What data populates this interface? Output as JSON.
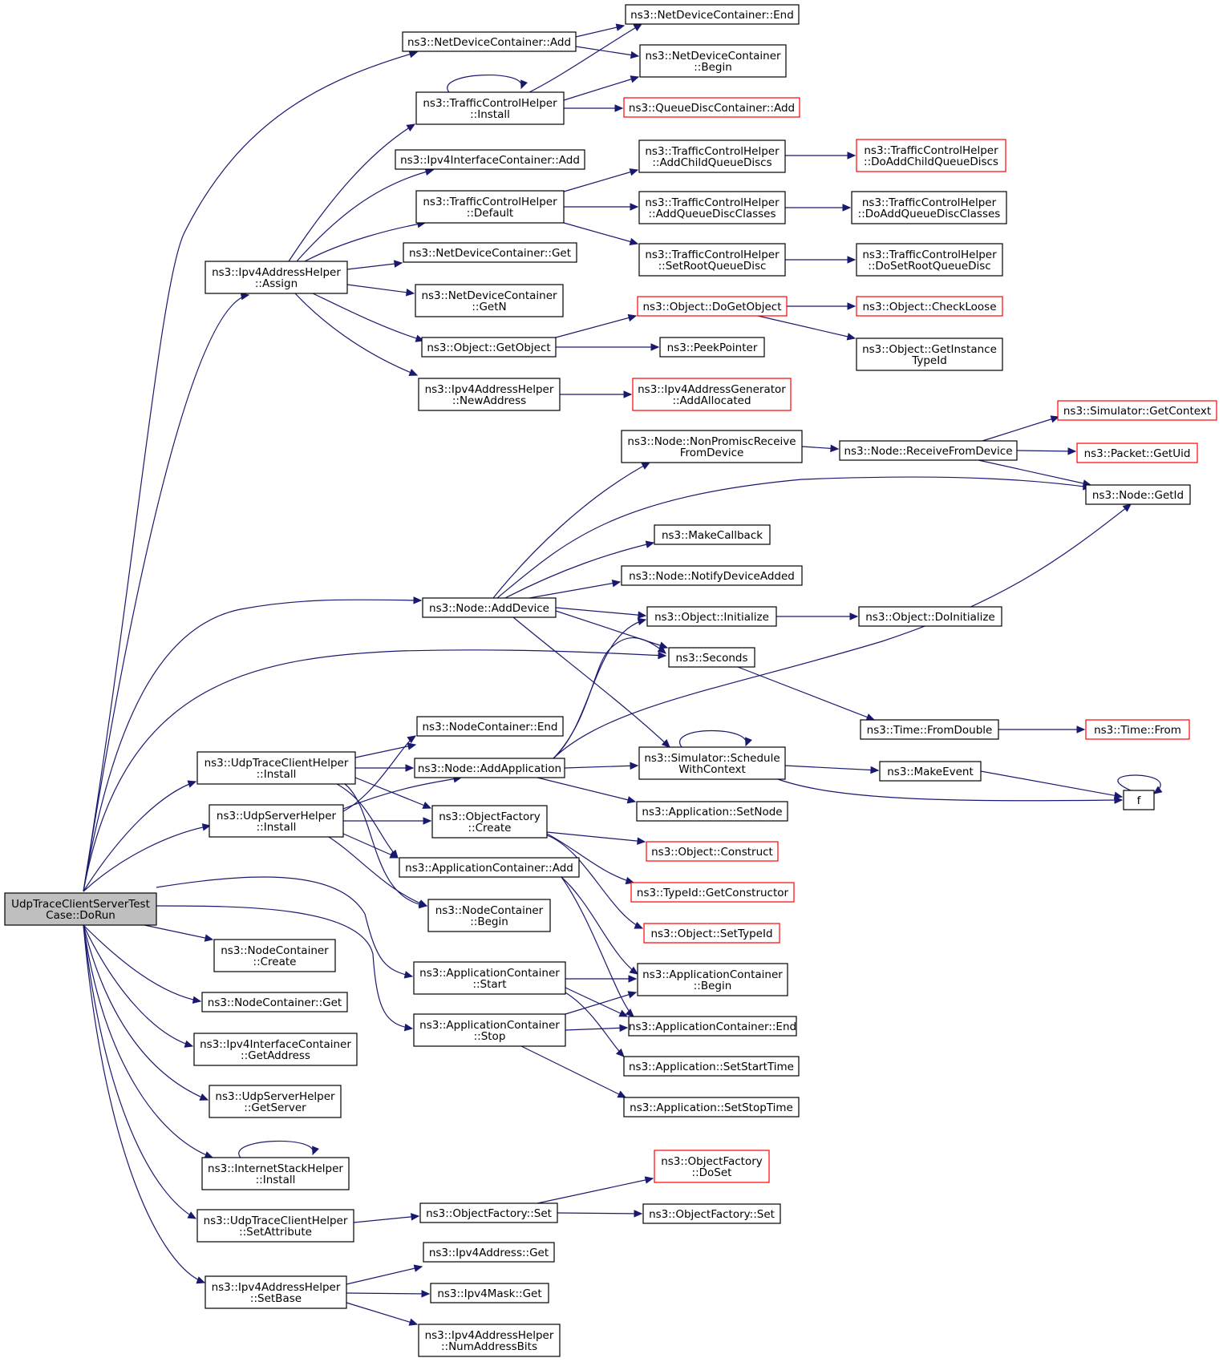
{
  "colors": {
    "edge": "#191970",
    "node_border": "#000000",
    "truncated_border": "#ff0000",
    "root_fill": "#bfbfbf"
  },
  "nodes": {
    "root": {
      "label": [
        "UdpTraceClientServerTest",
        "Case::DoRun"
      ],
      "kind": "root"
    },
    "ndcAdd": {
      "label": [
        "ns3::NetDeviceContainer::Add"
      ]
    },
    "ndcEnd": {
      "label": [
        "ns3::NetDeviceContainer::End"
      ]
    },
    "ndcBegin": {
      "label": [
        "ns3::NetDeviceContainer",
        "::Begin"
      ]
    },
    "tchInstall": {
      "label": [
        "ns3::TrafficControlHelper",
        "::Install"
      ]
    },
    "qdcAdd": {
      "label": [
        "ns3::QueueDiscContainer::Add"
      ],
      "kind": "trunc"
    },
    "iicAdd": {
      "label": [
        "ns3::Ipv4InterfaceContainer::Add"
      ]
    },
    "tchAddChild": {
      "label": [
        "ns3::TrafficControlHelper",
        "::AddChildQueueDiscs"
      ]
    },
    "tchDoAddChild": {
      "label": [
        "ns3::TrafficControlHelper",
        "::DoAddChildQueueDiscs"
      ],
      "kind": "trunc"
    },
    "tchDefault": {
      "label": [
        "ns3::TrafficControlHelper",
        "::Default"
      ]
    },
    "tchAddClasses": {
      "label": [
        "ns3::TrafficControlHelper",
        "::AddQueueDiscClasses"
      ]
    },
    "tchDoAddClasses": {
      "label": [
        "ns3::TrafficControlHelper",
        "::DoAddQueueDiscClasses"
      ]
    },
    "ndcGet": {
      "label": [
        "ns3::NetDeviceContainer::Get"
      ]
    },
    "tchSetRoot": {
      "label": [
        "ns3::TrafficControlHelper",
        "::SetRootQueueDisc"
      ]
    },
    "tchDoSetRoot": {
      "label": [
        "ns3::TrafficControlHelper",
        "::DoSetRootQueueDisc"
      ]
    },
    "iahAssign": {
      "label": [
        "ns3::Ipv4AddressHelper",
        "::Assign"
      ]
    },
    "ndcGetN": {
      "label": [
        "ns3::NetDeviceContainer",
        "::GetN"
      ]
    },
    "objDoGet": {
      "label": [
        "ns3::Object::DoGetObject"
      ],
      "kind": "trunc"
    },
    "objCheck": {
      "label": [
        "ns3::Object::CheckLoose"
      ],
      "kind": "trunc"
    },
    "objGetObj": {
      "label": [
        "ns3::Object::GetObject"
      ]
    },
    "peek": {
      "label": [
        "ns3::PeekPointer"
      ]
    },
    "objGetInst": {
      "label": [
        "ns3::Object::GetInstance",
        "TypeId"
      ]
    },
    "iahNewAddr": {
      "label": [
        "ns3::Ipv4AddressHelper",
        "::NewAddress"
      ]
    },
    "iagAddAlloc": {
      "label": [
        "ns3::Ipv4AddressGenerator",
        "::AddAllocated"
      ],
      "kind": "trunc"
    },
    "simGetCtx": {
      "label": [
        "ns3::Simulator::GetContext"
      ],
      "kind": "trunc"
    },
    "nodeNonProm": {
      "label": [
        "ns3::Node::NonPromiscReceive",
        "FromDevice"
      ]
    },
    "nodeRecv": {
      "label": [
        "ns3::Node::ReceiveFromDevice"
      ]
    },
    "pktUid": {
      "label": [
        "ns3::Packet::GetUid"
      ],
      "kind": "trunc"
    },
    "nodeGetId": {
      "label": [
        "ns3::Node::GetId"
      ]
    },
    "makeCb": {
      "label": [
        "ns3::MakeCallback"
      ]
    },
    "nodeNotify": {
      "label": [
        "ns3::Node::NotifyDeviceAdded"
      ]
    },
    "nodeAddDev": {
      "label": [
        "ns3::Node::AddDevice"
      ]
    },
    "objInit": {
      "label": [
        "ns3::Object::Initialize"
      ]
    },
    "objDoInit": {
      "label": [
        "ns3::Object::DoInitialize"
      ]
    },
    "seconds": {
      "label": [
        "ns3::Seconds"
      ]
    },
    "timeFromDbl": {
      "label": [
        "ns3::Time::FromDouble"
      ]
    },
    "timeFrom": {
      "label": [
        "ns3::Time::From"
      ],
      "kind": "trunc"
    },
    "ncEnd": {
      "label": [
        "ns3::NodeContainer::End"
      ]
    },
    "utchInstall": {
      "label": [
        "ns3::UdpTraceClientHelper",
        "::Install"
      ]
    },
    "nodeAddApp": {
      "label": [
        "ns3::Node::AddApplication"
      ]
    },
    "simSched": {
      "label": [
        "ns3::Simulator::Schedule",
        "WithContext"
      ]
    },
    "makeEvent": {
      "label": [
        "ns3::MakeEvent"
      ]
    },
    "f": {
      "label": [
        "f"
      ]
    },
    "ushInstall": {
      "label": [
        "ns3::UdpServerHelper",
        "::Install"
      ]
    },
    "appSetNode": {
      "label": [
        "ns3::Application::SetNode"
      ]
    },
    "ofCreate": {
      "label": [
        "ns3::ObjectFactory",
        "::Create"
      ]
    },
    "objConstruct": {
      "label": [
        "ns3::Object::Construct"
      ],
      "kind": "trunc"
    },
    "acAdd": {
      "label": [
        "ns3::ApplicationContainer::Add"
      ]
    },
    "tidGetCtor": {
      "label": [
        "ns3::TypeId::GetConstructor"
      ],
      "kind": "trunc"
    },
    "ncBegin": {
      "label": [
        "ns3::NodeContainer",
        "::Begin"
      ]
    },
    "objSetTid": {
      "label": [
        "ns3::Object::SetTypeId"
      ],
      "kind": "trunc"
    },
    "ncCreate": {
      "label": [
        "ns3::NodeContainer",
        "::Create"
      ]
    },
    "acStart": {
      "label": [
        "ns3::ApplicationContainer",
        "::Start"
      ]
    },
    "acBegin": {
      "label": [
        "ns3::ApplicationContainer",
        "::Begin"
      ]
    },
    "ncGet": {
      "label": [
        "ns3::NodeContainer::Get"
      ]
    },
    "acStop": {
      "label": [
        "ns3::ApplicationContainer",
        "::Stop"
      ]
    },
    "acEnd": {
      "label": [
        "ns3::ApplicationContainer::End"
      ]
    },
    "iicGetAddr": {
      "label": [
        "ns3::Ipv4InterfaceContainer",
        "::GetAddress"
      ]
    },
    "appSetStart": {
      "label": [
        "ns3::Application::SetStartTime"
      ]
    },
    "ushGetServer": {
      "label": [
        "ns3::UdpServerHelper",
        "::GetServer"
      ]
    },
    "appSetStop": {
      "label": [
        "ns3::Application::SetStopTime"
      ]
    },
    "ishInstall": {
      "label": [
        "ns3::InternetStackHelper",
        "::Install"
      ]
    },
    "ofDoSet": {
      "label": [
        "ns3::ObjectFactory",
        "::DoSet"
      ],
      "kind": "trunc"
    },
    "utchSetAttr": {
      "label": [
        "ns3::UdpTraceClientHelper",
        "::SetAttribute"
      ]
    },
    "ofSet1": {
      "label": [
        "ns3::ObjectFactory::Set"
      ]
    },
    "ofSet2": {
      "label": [
        "ns3::ObjectFactory::Set"
      ]
    },
    "iaGet": {
      "label": [
        "ns3::Ipv4Address::Get"
      ]
    },
    "iahSetBase": {
      "label": [
        "ns3::Ipv4AddressHelper",
        "::SetBase"
      ]
    },
    "imGet": {
      "label": [
        "ns3::Ipv4Mask::Get"
      ]
    },
    "iahNumBits": {
      "label": [
        "ns3::Ipv4AddressHelper",
        "::NumAddressBits"
      ]
    }
  }
}
